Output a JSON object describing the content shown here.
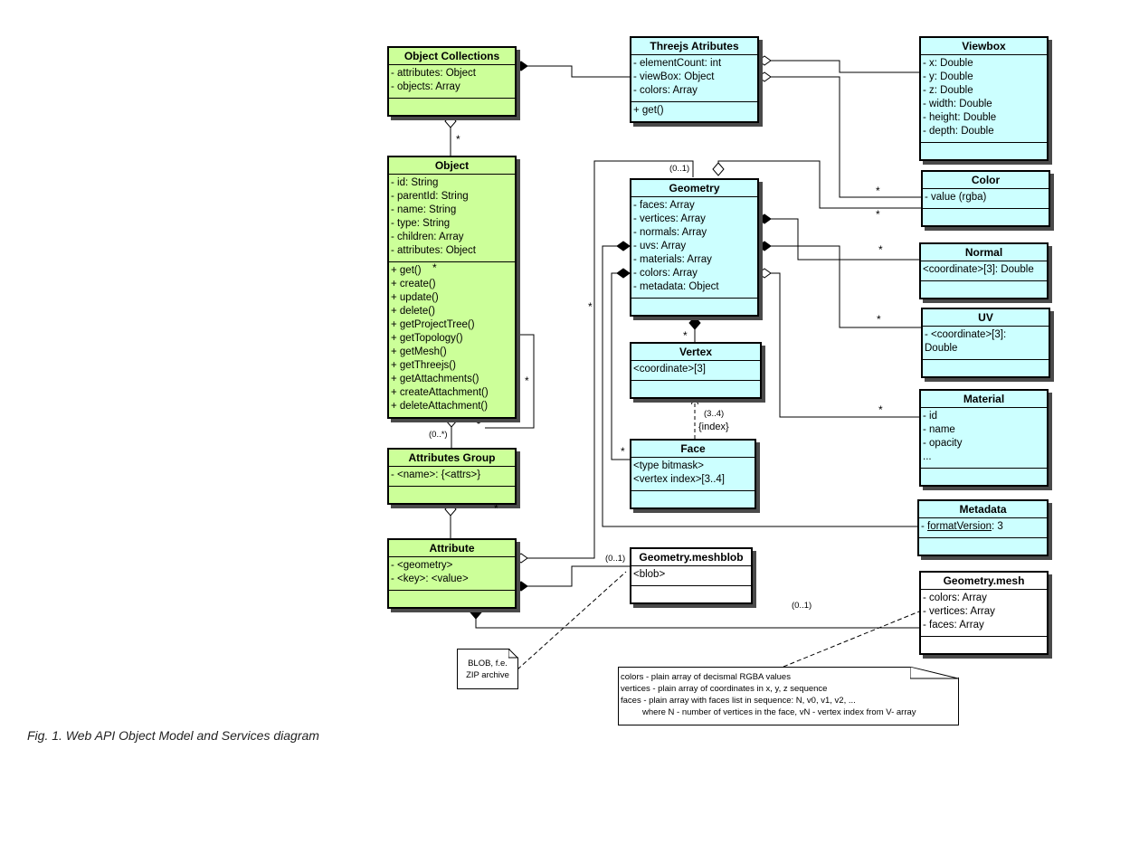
{
  "caption": "Fig. 1. Web API Object Model and Services diagram",
  "classes": {
    "object_collections": {
      "title": "Object Collections",
      "attrs": [
        "- attributes: Object",
        "- objects: Array"
      ],
      "ops": []
    },
    "threejs_atributes": {
      "title": "Threejs Atributes",
      "attrs": [
        "- elementCount: int",
        "- viewBox: Object",
        "- colors: Array"
      ],
      "ops": [
        "+ get()"
      ]
    },
    "viewbox": {
      "title": "Viewbox",
      "attrs": [
        "- x: Double",
        "- y: Double",
        "- z: Double",
        "- width: Double",
        "- height: Double",
        "- depth: Double"
      ],
      "ops": []
    },
    "object": {
      "title": "Object",
      "attrs": [
        "- id: String",
        "- parentId: String",
        "- name: String",
        "- type: String",
        "- children: Array",
        "- attributes: Object"
      ],
      "ops": [
        "+ get()",
        "+ create()",
        "+ update()",
        "+ delete()",
        "+ getProjectTree()",
        "+ getTopology()",
        "+ getMesh()",
        "+ getThreejs()",
        "+ getAttachments()",
        "+ createAttachment()",
        "+ deleteAttachment()"
      ]
    },
    "geometry": {
      "title": "Geometry",
      "attrs": [
        "- faces: Array",
        "- vertices: Array",
        "- normals: Array",
        "- uvs: Array",
        "- materials: Array",
        "- colors: Array",
        "- metadata: Object"
      ],
      "ops": []
    },
    "color": {
      "title": "Color",
      "attrs": [
        "- value (rgba)"
      ],
      "ops": []
    },
    "normal": {
      "title": "Normal",
      "attrs": [
        "<coordinate>[3]: Double"
      ],
      "ops": []
    },
    "uv": {
      "title": "UV",
      "attrs": [
        "- <coordinate>[3]:",
        "Double"
      ],
      "ops": []
    },
    "vertex": {
      "title": "Vertex",
      "attrs": [
        "<coordinate>[3]"
      ],
      "ops": []
    },
    "material": {
      "title": "Material",
      "attrs": [
        "- id",
        "- name",
        "- opacity",
        "..."
      ],
      "ops": []
    },
    "face": {
      "title": "Face",
      "attrs": [
        "<type bitmask>",
        "<vertex index>[3..4]"
      ],
      "ops": []
    },
    "attributes_group": {
      "title": "Attributes Group",
      "attrs": [
        "- <name>: {<attrs>}"
      ],
      "ops": []
    },
    "metadata": {
      "title": "Metadata",
      "attr_underlined": "formatVersion",
      "attr_rest": ": 3",
      "attr_prefix": "- ",
      "ops": []
    },
    "attribute": {
      "title": "Attribute",
      "attrs": [
        "- <geometry>",
        "- <key>: <value>"
      ],
      "ops": []
    },
    "geometry_meshblob": {
      "title": "Geometry.meshblob",
      "attrs": [
        "<blob>"
      ],
      "ops": []
    },
    "geometry_mesh": {
      "title": "Geometry.mesh",
      "attrs": [
        "- colors: Array",
        "- vertices: Array",
        "- faces: Array"
      ],
      "ops": []
    }
  },
  "notes": {
    "blob": [
      "BLOB, f.e.",
      "ZIP archive"
    ],
    "mesh": [
      "colors - plain array of decismal RGBA values",
      "vertices - plain array of coordinates in x, y, z sequence",
      "faces - plain array with faces list in sequence: N, v0, v1, v2, ...",
      "where N - number of vertices in the face, vN - vertex index from V- array"
    ]
  },
  "labels": {
    "star": "*",
    "zero_one": "(0..1)",
    "zero_many": "(0..*)",
    "three_four": "(3..4)",
    "index": "{index}"
  },
  "colors": {
    "green": "#ccff99",
    "cyan": "#ccffff",
    "shadow": "#4a4a4a",
    "line": "#000000"
  }
}
